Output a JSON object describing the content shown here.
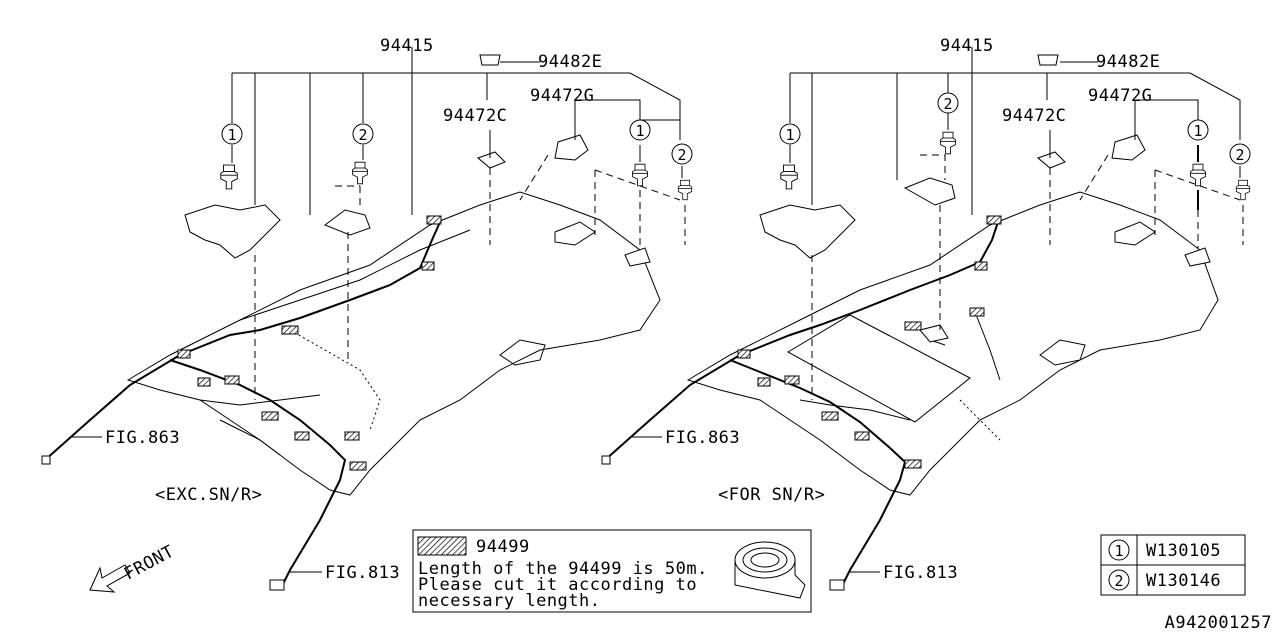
{
  "left_view": {
    "part_94415": "94415",
    "part_94482E": "94482E",
    "part_94472G": "94472G",
    "part_94472C": "94472C",
    "fig_863": "FIG.863",
    "fig_813": "FIG.813",
    "variant": "<EXC.SN/R>"
  },
  "right_view": {
    "part_94415": "94415",
    "part_94482E": "94482E",
    "part_94472G": "94472G",
    "part_94472C": "94472C",
    "fig_863": "FIG.863",
    "fig_813": "FIG.813",
    "variant": "<FOR SN/R>"
  },
  "callouts": {
    "one": "1",
    "two": "2"
  },
  "front_label": "FRONT",
  "tape_note": {
    "part": "94499",
    "line1": "Length of the 94499 is 50m.",
    "line2": "Please cut it according to",
    "line3": "necessary length."
  },
  "legend": [
    {
      "num": "1",
      "code": "W130105"
    },
    {
      "num": "2",
      "code": "W130146"
    }
  ],
  "diagram_id": "A942001257"
}
